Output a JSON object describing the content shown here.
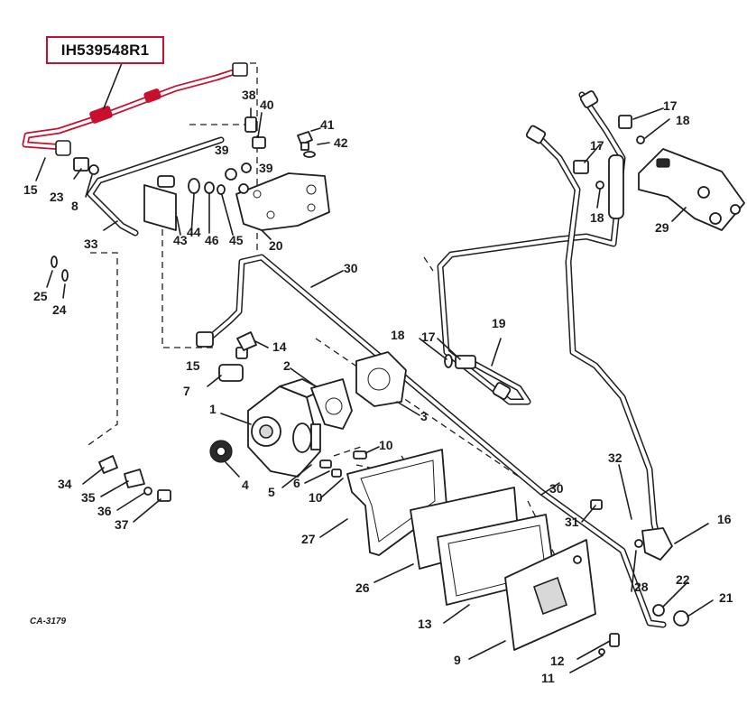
{
  "highlight": {
    "part_number": "IH539548R1",
    "border_color": "#c8102e"
  },
  "drawing_code": "CA-3179",
  "callouts": {
    "c1": "1",
    "c2": "2",
    "c3": "3",
    "c4": "4",
    "c5": "5",
    "c6": "6",
    "c7": "7",
    "c8": "8",
    "c9": "9",
    "c10a": "10",
    "c10b": "10",
    "c11": "11",
    "c12": "12",
    "c13": "13",
    "c14": "14",
    "c15a": "15",
    "c15b": "15",
    "c16": "16",
    "c17a": "17",
    "c17b": "17",
    "c17c": "17",
    "c18a": "18",
    "c18b": "18",
    "c18c": "18",
    "c19": "19",
    "c20": "20",
    "c21": "21",
    "c22": "22",
    "c23": "23",
    "c24": "24",
    "c25": "25",
    "c26": "26",
    "c27": "27",
    "c28": "28",
    "c29": "29",
    "c30a": "30",
    "c30b": "30",
    "c31": "31",
    "c32": "32",
    "c33": "33",
    "c34": "34",
    "c35": "35",
    "c36": "36",
    "c37": "37",
    "c38": "38",
    "c39a": "39",
    "c39b": "39",
    "c40": "40",
    "c41": "41",
    "c42": "42",
    "c43": "43",
    "c44": "44",
    "c45": "45",
    "c46": "46"
  }
}
